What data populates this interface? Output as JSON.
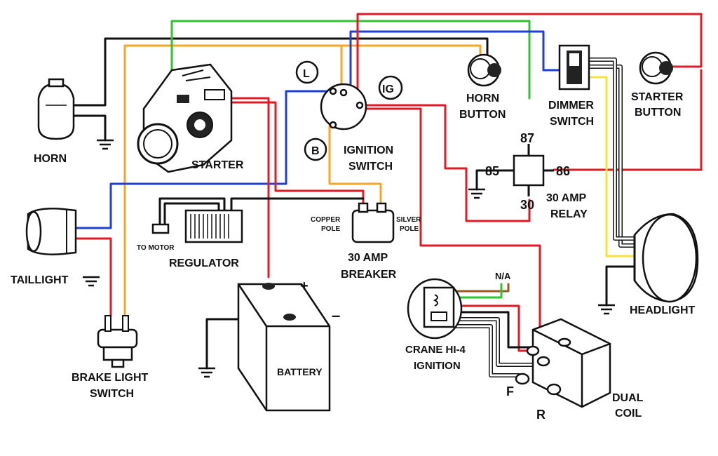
{
  "labels": {
    "horn": "HORN",
    "starter": "STARTER",
    "l": "L",
    "b": "B",
    "ig": "IG",
    "ignition_switch_1": "IGNITION",
    "ignition_switch_2": "SWITCH",
    "horn_button_1": "HORN",
    "horn_button_2": "BUTTON",
    "dimmer_1": "DIMMER",
    "dimmer_2": "SWITCH",
    "starter_button_1": "STARTER",
    "starter_button_2": "BUTTON",
    "relay_87": "87",
    "relay_85": "85",
    "relay_86": "86",
    "relay_30": "30",
    "relay_name_1": "30 AMP",
    "relay_name_2": "RELAY",
    "taillight": "TAILLIGHT",
    "to_motor": "TO MOTOR",
    "regulator": "REGULATOR",
    "copper_1": "COPPER",
    "copper_2": "POLE",
    "silver_1": "SILVER",
    "silver_2": "POLE",
    "breaker_1": "30 AMP",
    "breaker_2": "BREAKER",
    "plus": "+",
    "minus": "–",
    "battery": "BATTERY",
    "brake_1": "BRAKE LIGHT",
    "brake_2": "SWITCH",
    "na": "N/A",
    "crane_1": "CRANE HI-4",
    "crane_2": "IGNITION",
    "f": "F",
    "r": "R",
    "coil_1": "DUAL",
    "coil_2": "COIL",
    "headlight": "HEADLIGHT"
  },
  "wire_colors": {
    "black": "#111111",
    "red": "#e01b24",
    "green": "#2ec52e",
    "blue": "#1f3fd6",
    "orange": "#f5a623",
    "yellow": "#f3e33a",
    "brown": "#9a5b1e",
    "white": "#ffffff"
  }
}
